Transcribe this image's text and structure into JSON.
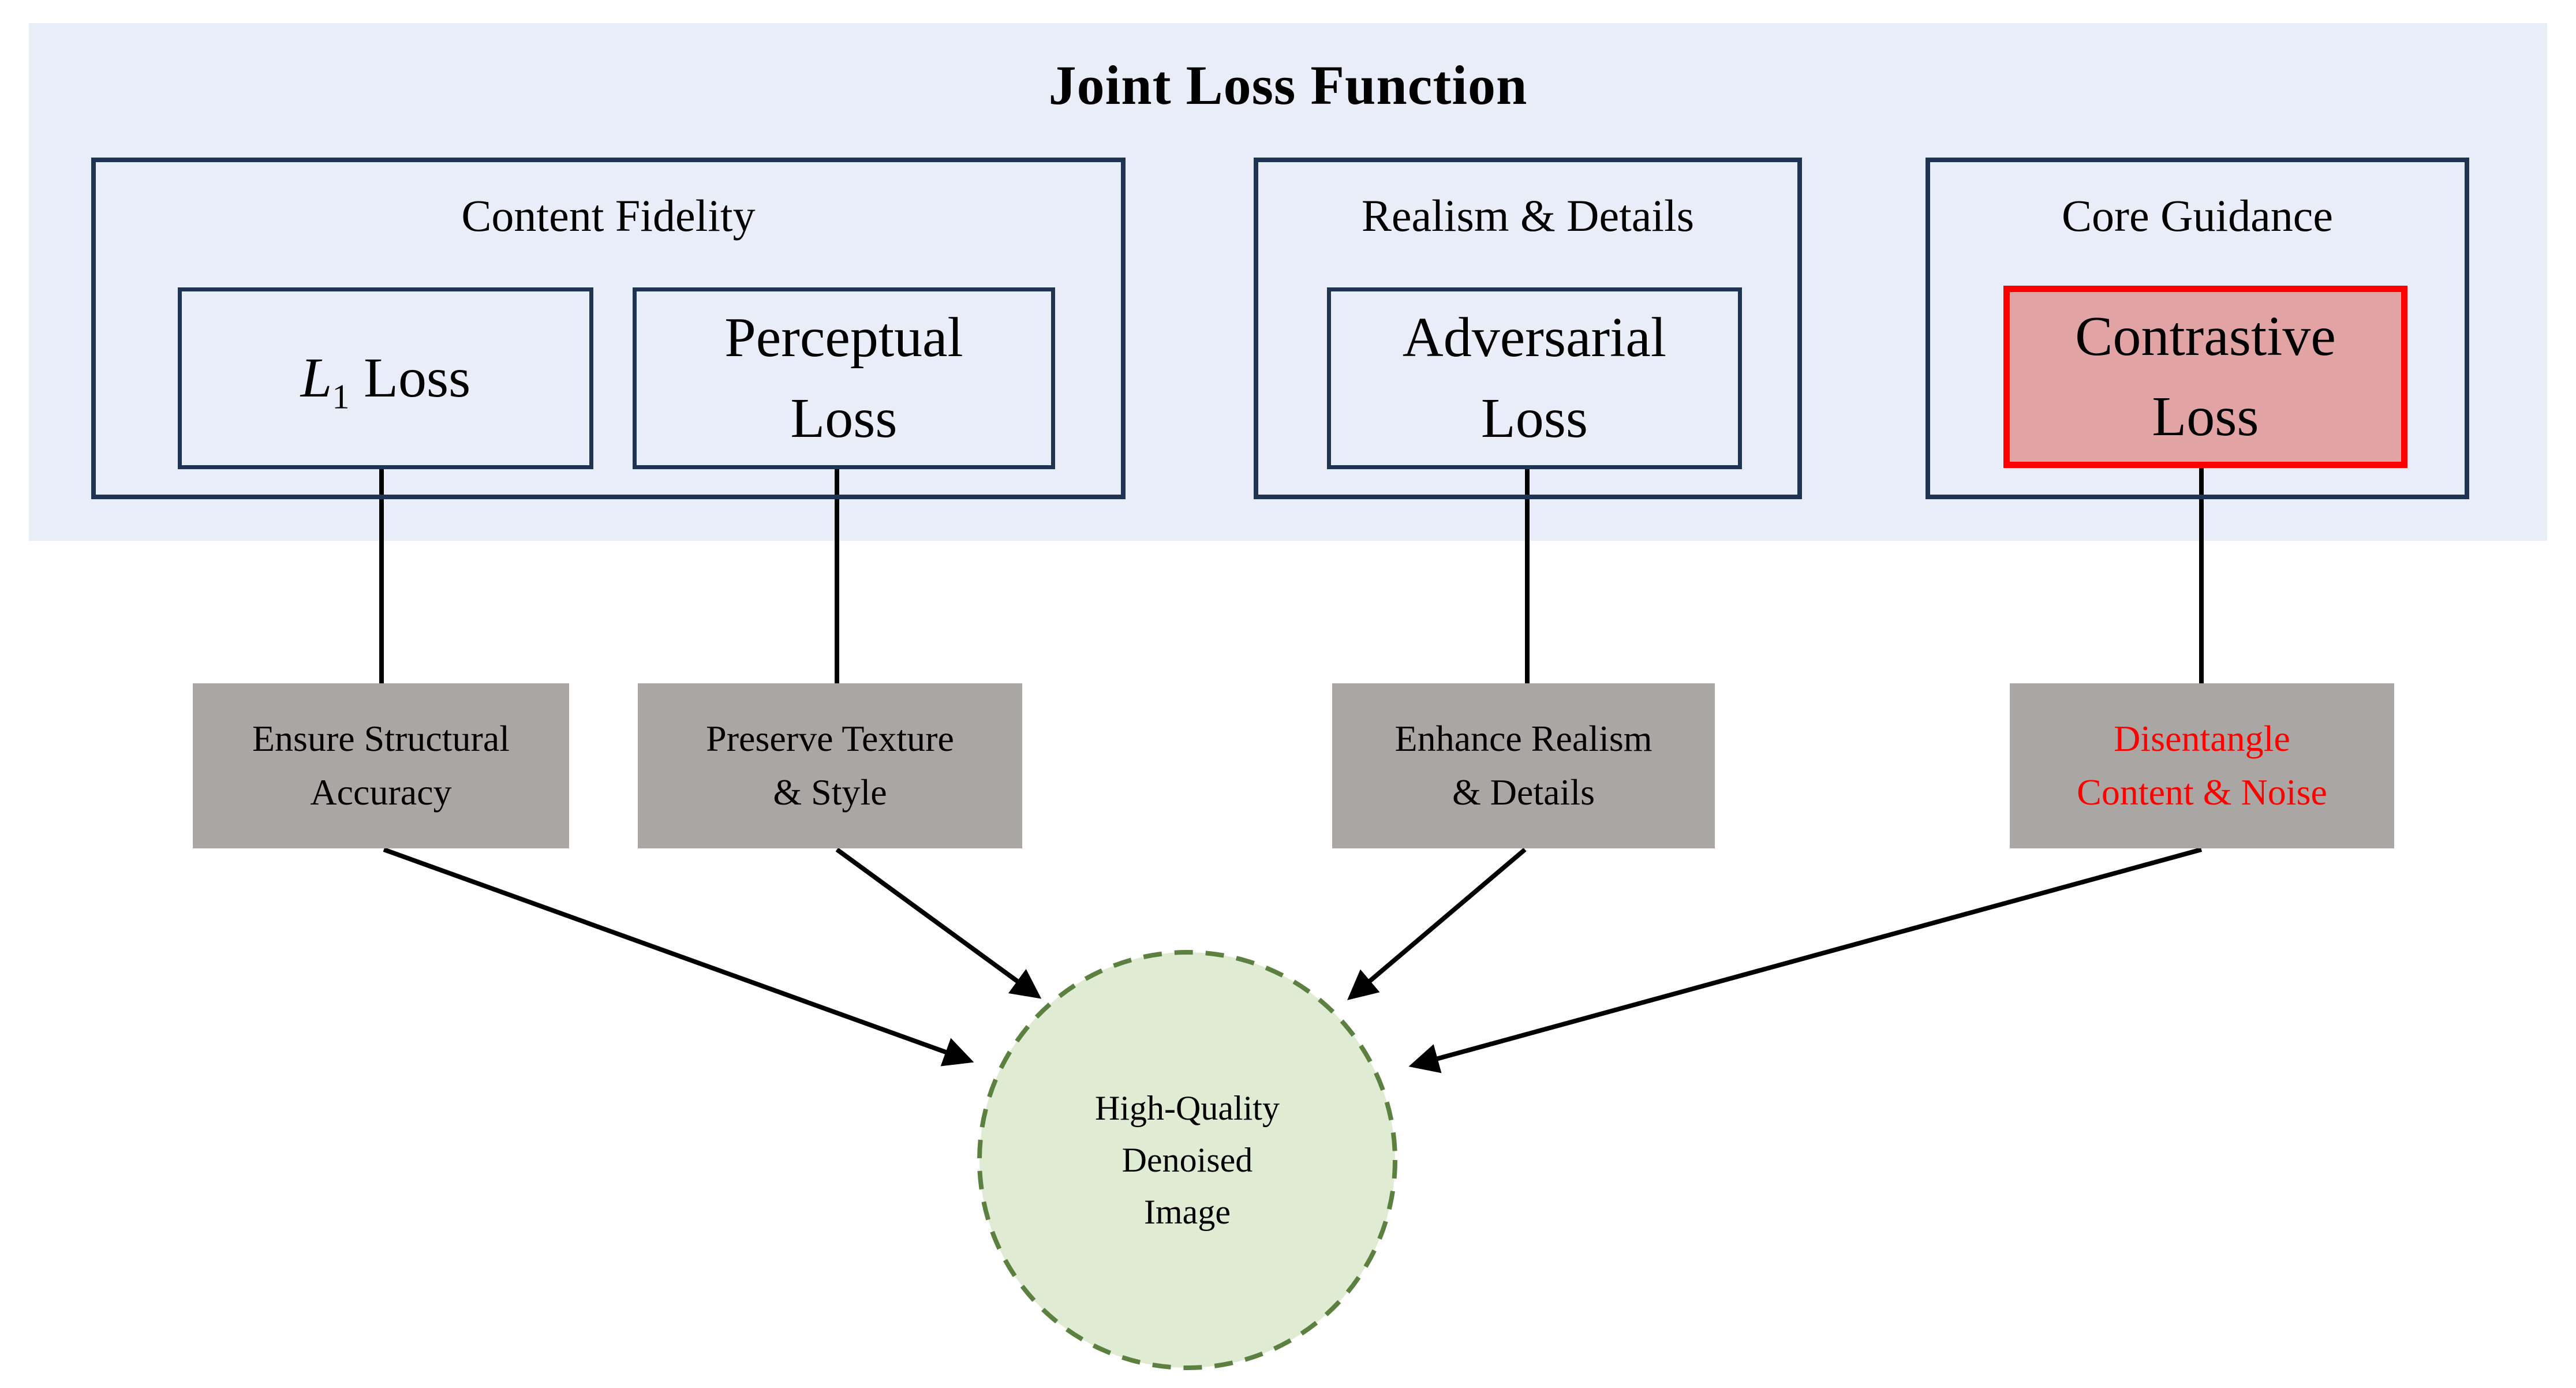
{
  "title": "Joint Loss Function",
  "colors": {
    "panel_bg": "#E9EDF7",
    "box_border": "#1F3352",
    "box_bg": "#E9EDF7",
    "highlight_bg": "#E1A3A3",
    "highlight_border": "#FF0000",
    "gray_box_bg": "#AAA6A4",
    "red_text": "#FF0000",
    "circle_bg": "#DFECD3",
    "circle_border": "#5C8040",
    "line_color": "#000000"
  },
  "groups": [
    {
      "label": "Content Fidelity"
    },
    {
      "label": "Realism & Details"
    },
    {
      "label": "Core Guidance"
    }
  ],
  "loss_boxes": {
    "l1": {
      "symbol": "L",
      "subscript": "1",
      "suffix": "Loss"
    },
    "perceptual": "Perceptual\nLoss",
    "adversarial": "Adversarial\nLoss",
    "contrastive": "Contrastive\nLoss"
  },
  "outcome_boxes": [
    "Ensure Structural\nAccuracy",
    "Preserve Texture\n& Style",
    "Enhance Realism\n& Details",
    "Disentangle\nContent & Noise"
  ],
  "result_circle": "High-Quality\nDenoised\nImage"
}
